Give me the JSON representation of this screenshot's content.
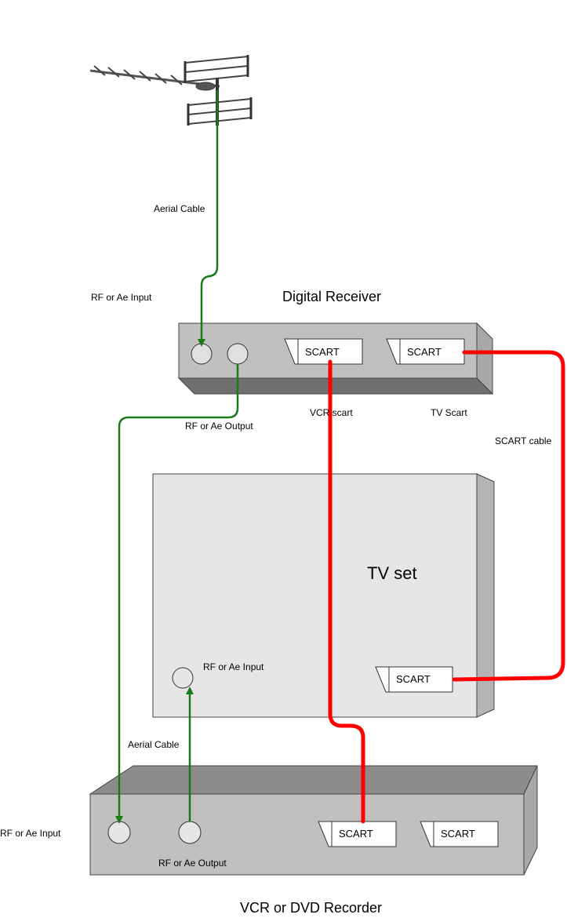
{
  "labels": {
    "aerial_cable_top": "Aerial Cable",
    "rf_input_top": "RF or Ae Input",
    "digital_receiver": "Digital Receiver",
    "rf_output_top": "RF or Ae Output",
    "vcr_scart": "VCR scart",
    "tv_scart": "TV Scart",
    "scart_cable": "SCART cable",
    "tv_set": "TV set",
    "rf_input_tv": "RF or Ae Input",
    "aerial_cable_bottom": "Aerial Cable",
    "rf_input_bottom": "RF or Ae Input",
    "rf_output_bottom": "RF or Ae Output",
    "vcr_recorder": "VCR or DVD Recorder"
  },
  "scart": {
    "receiver_left": "SCART",
    "receiver_right": "SCART",
    "tv": "SCART",
    "vcr_left": "SCART",
    "vcr_right": "SCART"
  },
  "colors": {
    "aerial_cable": "#1a7a1a",
    "scart_cable": "#ff0000",
    "device_front": "#c0c0c0",
    "device_side": "#a8a8a8",
    "tv_front": "#e6e6e6"
  }
}
